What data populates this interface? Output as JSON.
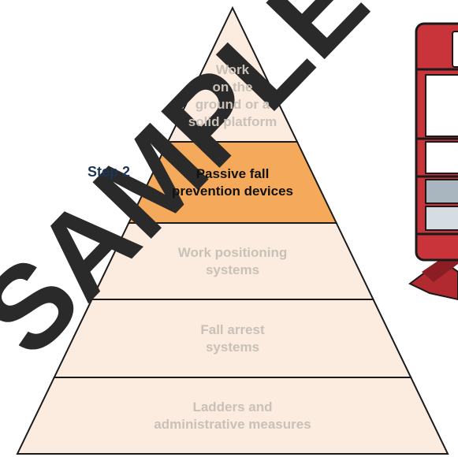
{
  "step": {
    "label": "Step 2"
  },
  "pyramid": {
    "levels": [
      {
        "lines": [
          "Work",
          "on the",
          "ground or a",
          "solid platform"
        ],
        "active": false
      },
      {
        "lines": [
          "Passive fall",
          "prevention devices"
        ],
        "active": true
      },
      {
        "lines": [
          "Work positioning",
          "systems"
        ],
        "active": false
      },
      {
        "lines": [
          "Fall arrest",
          "systems"
        ],
        "active": false
      },
      {
        "lines": [
          "Ladders and",
          "administrative measures"
        ],
        "active": false
      }
    ]
  },
  "watermark": {
    "text": "SAMPLE"
  },
  "colors": {
    "active_fill": "#f4aa5a",
    "level_fill": "#fcece0",
    "outline": "#1a1a1a",
    "step_text": "#1d3557",
    "lift_red": "#c8343a",
    "lift_glass": "#a9b6bf",
    "watermark": "#2a2a2a"
  }
}
